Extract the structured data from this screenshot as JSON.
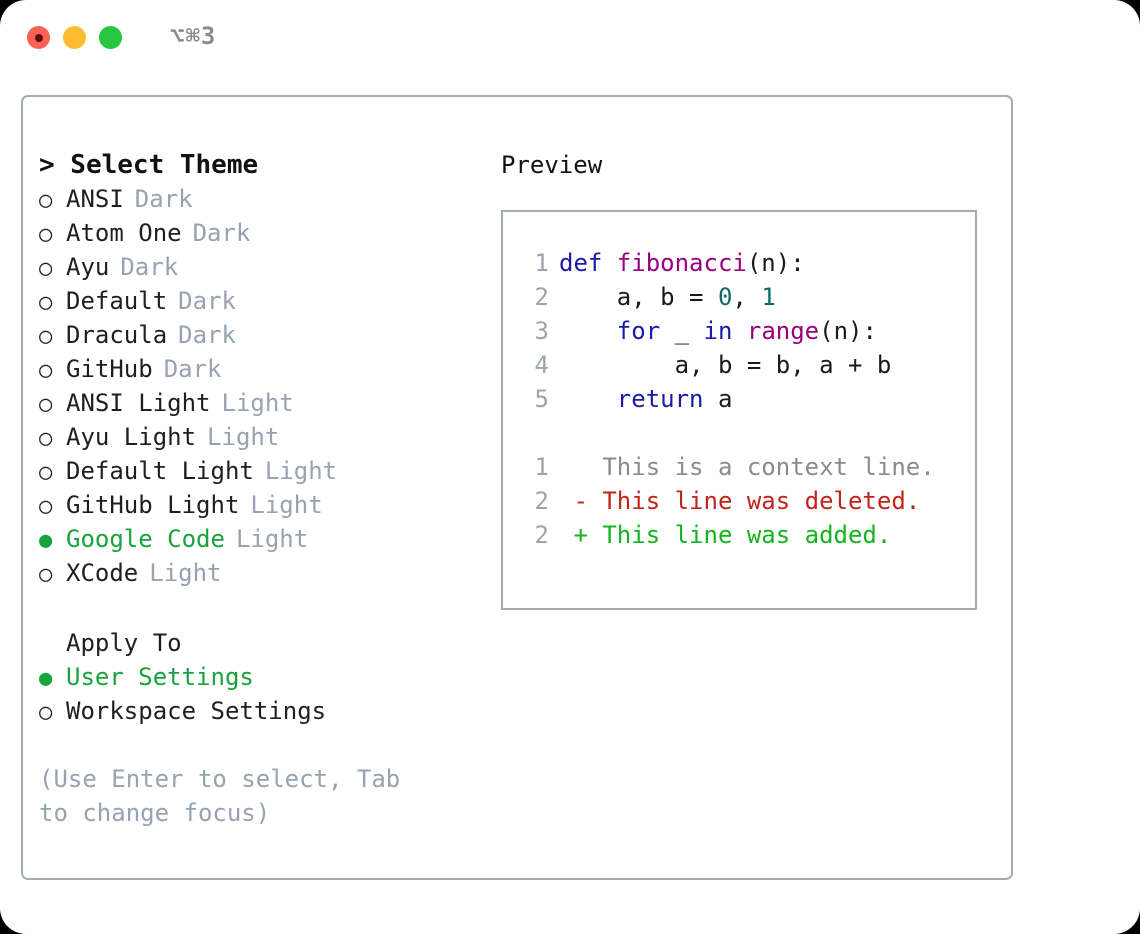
{
  "titlebar": {
    "shortcut": "⌥⌘3",
    "dots": [
      {
        "name": "close",
        "color": "#ff6058"
      },
      {
        "name": "minimize",
        "color": "#febc2e"
      },
      {
        "name": "zoom",
        "color": "#25c73e"
      }
    ]
  },
  "theme_picker": {
    "header": "> Select Theme",
    "items": [
      {
        "bullet": "○",
        "label": "ANSI",
        "variant": "Dark",
        "selected": false
      },
      {
        "bullet": "○",
        "label": "Atom One",
        "variant": "Dark",
        "selected": false
      },
      {
        "bullet": "○",
        "label": "Ayu",
        "variant": "Dark",
        "selected": false
      },
      {
        "bullet": "○",
        "label": "Default",
        "variant": "Dark",
        "selected": false
      },
      {
        "bullet": "○",
        "label": "Dracula",
        "variant": "Dark",
        "selected": false
      },
      {
        "bullet": "○",
        "label": "GitHub",
        "variant": "Dark",
        "selected": false
      },
      {
        "bullet": "○",
        "label": "ANSI Light",
        "variant": "Light",
        "selected": false
      },
      {
        "bullet": "○",
        "label": "Ayu Light",
        "variant": "Light",
        "selected": false
      },
      {
        "bullet": "○",
        "label": "Default Light",
        "variant": "Light",
        "selected": false
      },
      {
        "bullet": "○",
        "label": "GitHub Light",
        "variant": "Light",
        "selected": false
      },
      {
        "bullet": "●",
        "label": "Google Code",
        "variant": "Light",
        "selected": true
      },
      {
        "bullet": "○",
        "label": "XCode",
        "variant": "Light",
        "selected": false
      }
    ]
  },
  "apply_to": {
    "header": "Apply To",
    "items": [
      {
        "bullet": "●",
        "label": "User Settings",
        "selected": true
      },
      {
        "bullet": "○",
        "label": "Workspace Settings",
        "selected": false
      }
    ]
  },
  "hint": "(Use Enter to select, Tab to change focus)",
  "preview": {
    "title": "Preview",
    "code_lines": [
      {
        "no": "1",
        "tokens": [
          {
            "t": "def ",
            "c": "kw"
          },
          {
            "t": "fibonacci",
            "c": "fn"
          },
          {
            "t": "(n):",
            "c": "pln"
          }
        ]
      },
      {
        "no": "2",
        "tokens": [
          {
            "t": "    a, b = ",
            "c": "pln"
          },
          {
            "t": "0",
            "c": "num"
          },
          {
            "t": ", ",
            "c": "pln"
          },
          {
            "t": "1",
            "c": "num"
          }
        ]
      },
      {
        "no": "3",
        "tokens": [
          {
            "t": "    ",
            "c": "pln"
          },
          {
            "t": "for",
            "c": "kw"
          },
          {
            "t": " _ ",
            "c": "pln"
          },
          {
            "t": "in",
            "c": "kw"
          },
          {
            "t": " ",
            "c": "pln"
          },
          {
            "t": "range",
            "c": "fn"
          },
          {
            "t": "(n):",
            "c": "pln"
          }
        ]
      },
      {
        "no": "4",
        "tokens": [
          {
            "t": "        a, b = b, a + b",
            "c": "pln"
          }
        ]
      },
      {
        "no": "5",
        "tokens": [
          {
            "t": "    ",
            "c": "pln"
          },
          {
            "t": "return",
            "c": "kw"
          },
          {
            "t": " a",
            "c": "pln"
          }
        ]
      }
    ],
    "diff_lines": [
      {
        "no": "1",
        "tokens": [
          {
            "t": "   This is a context line.",
            "c": "ctx"
          }
        ]
      },
      {
        "no": "2",
        "tokens": [
          {
            "t": " - This line was deleted.",
            "c": "del"
          }
        ]
      },
      {
        "no": "2",
        "tokens": [
          {
            "t": " + This line was added.",
            "c": "add"
          }
        ]
      }
    ]
  },
  "colors": {
    "accent_green": "#18a33f",
    "muted": "#97a3b0",
    "border": "#a3adb9",
    "keyword": "#1a1aa6",
    "function": "#99007f",
    "number": "#0b6b6b",
    "deleted": "#c0241b",
    "added": "#16b320"
  }
}
